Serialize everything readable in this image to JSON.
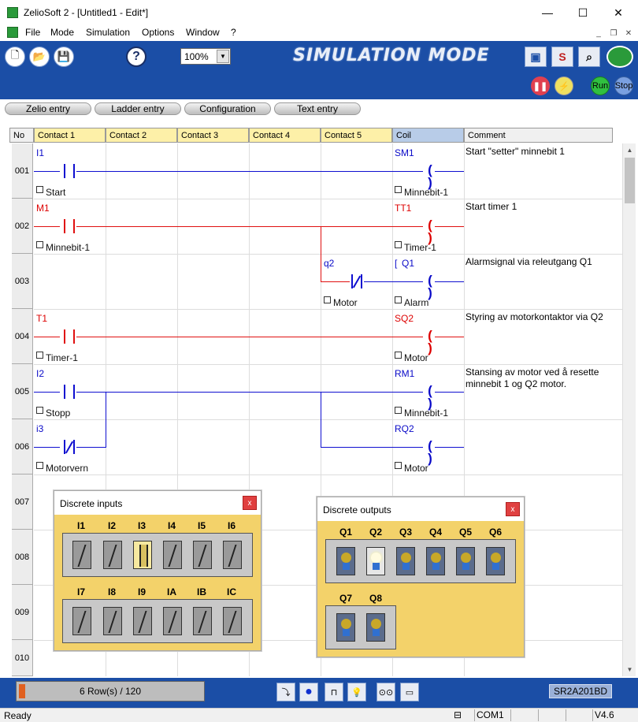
{
  "window": {
    "title": "ZelioSoft 2 - [Untitled1 - Edit*]",
    "minimize": "—",
    "maximize": "☐",
    "close": "✕"
  },
  "menu": {
    "items": [
      "File",
      "Mode",
      "Simulation",
      "Options",
      "Window",
      "?"
    ],
    "mdi": {
      "minimize": "_",
      "restore": "❐",
      "close": "✕"
    }
  },
  "toolbar": {
    "zoom": "100%",
    "mode_title": "SIMULATION MODE",
    "s_button": "S",
    "run": "Run",
    "stop": "Stop",
    "help": "?"
  },
  "mode_tabs": [
    "Zelio entry",
    "Ladder entry",
    "Configuration",
    "Text entry"
  ],
  "columns": [
    "No",
    "Contact 1",
    "Contact 2",
    "Contact 3",
    "Contact 4",
    "Contact 5",
    "Coil",
    "Comment"
  ],
  "row_numbers": [
    "001",
    "002",
    "003",
    "004",
    "005",
    "006",
    "007",
    "008",
    "009",
    "010"
  ],
  "rungs": {
    "r1": {
      "contact_addr": "I1",
      "contact_name": "Start",
      "coil_addr": "SM1",
      "coil_name": "Minnebit-1",
      "comment": "Start \"setter\" minnebit 1"
    },
    "r2": {
      "contact_addr": "M1",
      "contact_name": "Minnebit-1",
      "coil_addr": "TT1",
      "coil_name": "Timer-1",
      "comment": "Start timer 1"
    },
    "r3": {
      "contact_addr": "q2",
      "contact_name": "Motor",
      "coil_prefix": "[",
      "coil_addr": "Q1",
      "coil_name": "Alarm",
      "comment": "Alarmsignal via releutgang Q1"
    },
    "r4": {
      "contact_addr": "T1",
      "contact_name": "Timer-1",
      "coil_addr": "SQ2",
      "coil_name": "Motor",
      "comment": "Styring av motorkontaktor via Q2"
    },
    "r5": {
      "contact_addr": "I2",
      "contact_name": "Stopp",
      "coil_addr": "RM1",
      "coil_name": "Minnebit-1",
      "comment": "Stansing av motor ved å resette minnebit 1 og Q2 motor."
    },
    "r6": {
      "contact_addr": "i3",
      "contact_name": "Motorvern",
      "coil_addr": "RQ2",
      "coil_name": "Motor",
      "comment": ""
    }
  },
  "coil_glyph": "( )",
  "inputs_panel": {
    "title": "Discrete inputs",
    "close": "x",
    "row1": [
      "I1",
      "I2",
      "I3",
      "I4",
      "I5",
      "I6"
    ],
    "row2": [
      "I7",
      "I8",
      "I9",
      "IA",
      "IB",
      "IC"
    ],
    "active": [
      "I3"
    ]
  },
  "outputs_panel": {
    "title": "Discrete outputs",
    "close": "x",
    "row1": [
      "Q1",
      "Q2",
      "Q3",
      "Q4",
      "Q5",
      "Q6"
    ],
    "row2": [
      "Q7",
      "Q8"
    ],
    "lit": [
      "Q2"
    ]
  },
  "bottom": {
    "rows": "6 Row(s) / 120",
    "model": "SR2A201BD"
  },
  "status": {
    "text": "Ready",
    "port": "COM1",
    "version": "V4.6"
  },
  "colors": {
    "toolbar_blue": "#1b4ea6",
    "wire_active": "#e01010",
    "wire_inactive": "#0f0fd0",
    "panel_yellow": "#f3d26a",
    "header_yellow": "#fdf0a8"
  }
}
